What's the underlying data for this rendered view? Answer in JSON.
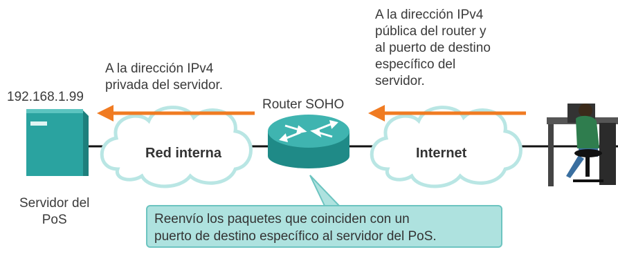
{
  "ip_label": "192.168.1.99",
  "server_label": "Servidor del\nPoS",
  "router_label": "Router SOHO",
  "private_note": "A la dirección IPv4\nprivada del servidor.",
  "public_note": "A la dirección IPv4\npública del router y\nal puerto de destino\nespecífico del\nservidor.",
  "cloud_internal": "Red interna",
  "cloud_internet": "Internet",
  "callout": "Reenvío los paquetes que coinciden con un\npuerto de destino específico al servidor del PoS.",
  "colors": {
    "arrow": "#f07b22",
    "teal": "#2a9d9a",
    "cloud_stroke": "#b9e6e4",
    "callout_bg": "#aee2df"
  }
}
